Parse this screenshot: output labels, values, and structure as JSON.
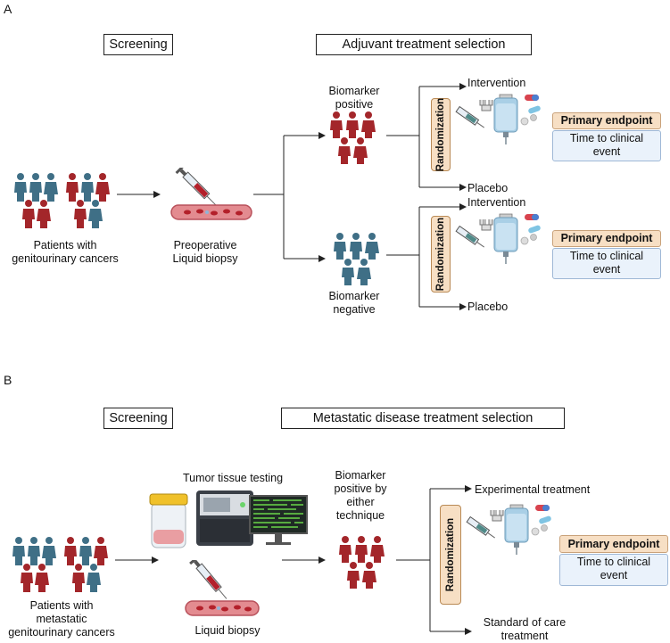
{
  "panel_a": {
    "letter": "A",
    "screening_label": "Screening",
    "selection_label": "Adjuvant  treatment selection",
    "patients_label": [
      "Patients with",
      "genitourinary cancers"
    ],
    "biopsy_label": [
      "Preoperative",
      "Liquid biopsy"
    ],
    "positive_label": [
      "Biomarker",
      "positive"
    ],
    "negative_label": [
      "Biomarker",
      "negative"
    ],
    "arm_positive": {
      "intervention": "Intervention",
      "placebo": "Placebo",
      "randomization": "Randomization",
      "endpoint_title": "Primary endpoint",
      "endpoint_text": [
        "Time to clinical",
        "event"
      ]
    },
    "arm_negative": {
      "intervention": "Intervention",
      "placebo": "Placebo",
      "randomization": "Randomization",
      "endpoint_title": "Primary endpoint",
      "endpoint_text": [
        "Time to clinical",
        "event"
      ]
    }
  },
  "panel_b": {
    "letter": "B",
    "screening_label": "Screening",
    "selection_label": "Metastatic disease treatment selection",
    "patients_label": [
      "Patients with",
      "metastatic",
      "genitourinary cancers"
    ],
    "tissue_label": "Tumor tissue testing",
    "liquid_label": "Liquid biopsy",
    "positive_label": [
      "Biomarker",
      "positive by",
      "either",
      "technique"
    ],
    "experimental": "Experimental treatment",
    "standard": [
      "Standard of care",
      "treatment"
    ],
    "randomization": "Randomization",
    "endpoint_title": "Primary endpoint",
    "endpoint_text": [
      "Time to clinical",
      "event"
    ]
  },
  "colors": {
    "blue_person": "#3f6f86",
    "red_person": "#a3262a",
    "bag": "#a9cfe6",
    "pill_red": "#d8434e",
    "pill_blue": "#4b7fd0"
  },
  "icons": [
    "person-icon",
    "syringe-icon",
    "blood-vessel-icon",
    "iv-bag-icon",
    "pill-icon",
    "specimen-jar-icon",
    "sequencer-icon",
    "monitor-icon"
  ]
}
